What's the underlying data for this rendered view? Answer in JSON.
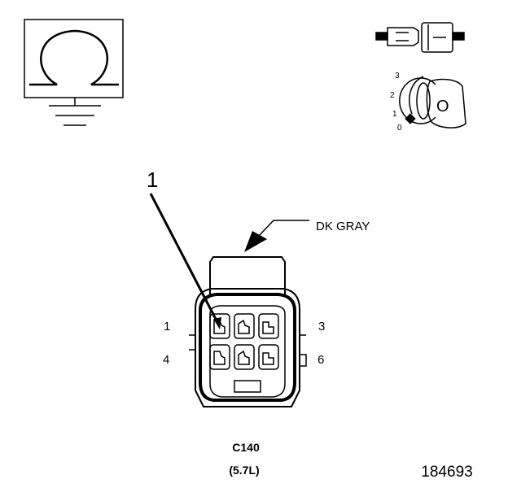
{
  "callout": {
    "number": "1"
  },
  "connector": {
    "color_label": "DK GRAY",
    "pin_labels": {
      "top_left": "1",
      "top_right": "3",
      "bottom_left": "4",
      "bottom_right": "6"
    },
    "name": "C140",
    "engine": "(5.7L)"
  },
  "ignition_switch": {
    "positions": [
      "3",
      "2",
      "1",
      "0"
    ],
    "key_letter": "O"
  },
  "figure_number": "184693",
  "symbols": {
    "ohmmeter": "ohm-symbol-icon",
    "ground": "ground-icon",
    "connector_icon": "disconnected-connector-icon",
    "ignition": "ignition-off-icon"
  }
}
